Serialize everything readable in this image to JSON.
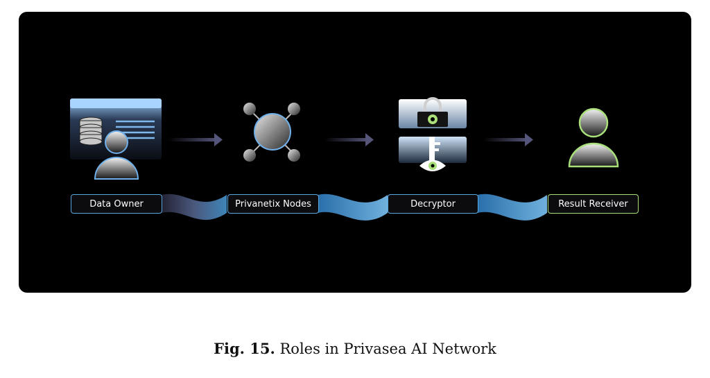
{
  "diagram": {
    "roles": [
      {
        "label": "Data Owner",
        "icon": "data-owner-icon"
      },
      {
        "label": "Privanetix Nodes",
        "icon": "node-network-icon"
      },
      {
        "label": "Decryptor",
        "icon": "lock-key-icon"
      },
      {
        "label": "Result Receiver",
        "icon": "result-receiver-icon"
      }
    ],
    "colors": {
      "panel": "#000000",
      "accent_blue": "#5aa6e0",
      "accent_green": "#a9e07a",
      "arrow": "#4a4a66"
    }
  },
  "caption": {
    "prefix": "Fig. 15.",
    "text": "Roles in Privasea AI Network"
  }
}
